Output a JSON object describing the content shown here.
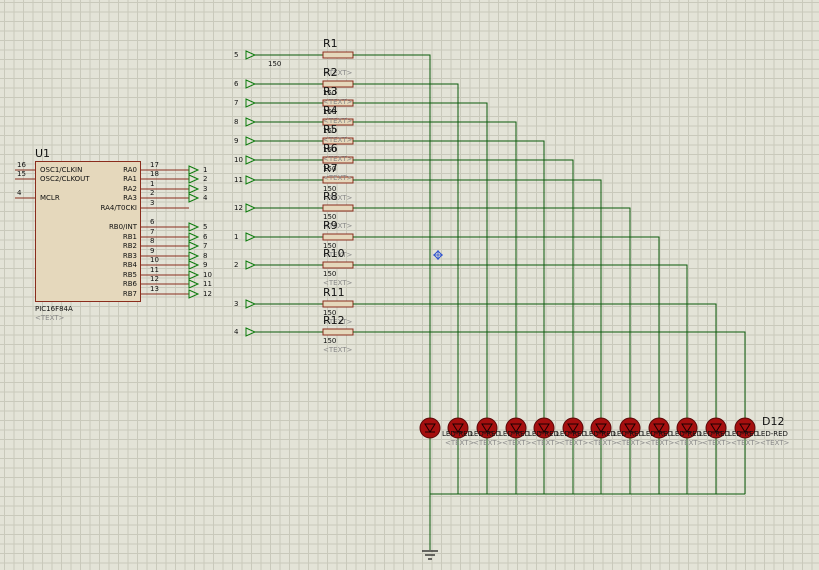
{
  "ic": {
    "ref": "U1",
    "part": "PIC16F84A",
    "text_placeholder": "<TEXT>",
    "left_pins": [
      {
        "num": "16",
        "name": "OSC1/CLKIN"
      },
      {
        "num": "15",
        "name": "OSC2/CLKOUT"
      },
      {
        "num": "4",
        "name": "MCLR"
      }
    ],
    "right_pins": [
      {
        "num": "17",
        "name": "RA0",
        "net": "1"
      },
      {
        "num": "18",
        "name": "RA1",
        "net": "2"
      },
      {
        "num": "1",
        "name": "RA2",
        "net": "3"
      },
      {
        "num": "2",
        "name": "RA3",
        "net": "4"
      },
      {
        "num": "3",
        "name": "RA4/T0CKI",
        "net": ""
      },
      {
        "num": "6",
        "name": "RB0/INT",
        "net": "5"
      },
      {
        "num": "7",
        "name": "RB1",
        "net": "6"
      },
      {
        "num": "8",
        "name": "RB2",
        "net": "7"
      },
      {
        "num": "9",
        "name": "RB3",
        "net": "8"
      },
      {
        "num": "10",
        "name": "RB4",
        "net": "9"
      },
      {
        "num": "11",
        "name": "RB5",
        "net": "10"
      },
      {
        "num": "12",
        "name": "RB6",
        "net": "11"
      },
      {
        "num": "13",
        "name": "RB7",
        "net": "12"
      }
    ]
  },
  "resistors": [
    {
      "net": "5",
      "ref": "R1",
      "value": "150",
      "text": "<TEXT>"
    },
    {
      "net": "6",
      "ref": "R2",
      "value": "150",
      "text": "<TEXT>"
    },
    {
      "net": "7",
      "ref": "R3",
      "value": "150",
      "text": "<TEXT>"
    },
    {
      "net": "8",
      "ref": "R4",
      "value": "150",
      "text": "<TEXT>"
    },
    {
      "net": "9",
      "ref": "R5",
      "value": "150",
      "text": "<TEXT>"
    },
    {
      "net": "10",
      "ref": "R6",
      "value": "150",
      "text": "<TEXT>"
    },
    {
      "net": "11",
      "ref": "R7",
      "value": "150",
      "text": "<TEXT>"
    },
    {
      "net": "12",
      "ref": "R8",
      "value": "150",
      "text": "<TEXT>"
    },
    {
      "net": "1",
      "ref": "R9",
      "value": "150",
      "text": "<TEXT>"
    },
    {
      "net": "2",
      "ref": "R10",
      "value": "150",
      "text": "<TEXT>"
    },
    {
      "net": "3",
      "ref": "R11",
      "value": "150",
      "text": "<TEXT>"
    },
    {
      "net": "4",
      "ref": "R12",
      "value": "150",
      "text": "<TEXT>"
    }
  ],
  "leds": {
    "count": 12,
    "last_ref": "D12",
    "part": "LED-RED",
    "text_placeholder": "<TEXT>",
    "body_color": "#a50f0f",
    "wire_color": "#006400"
  },
  "colors": {
    "wire": "#0a5a0a",
    "component_outline": "#8a2c1c",
    "component_fill": "#e5d8bc",
    "terminal": "#0a7a0a"
  }
}
